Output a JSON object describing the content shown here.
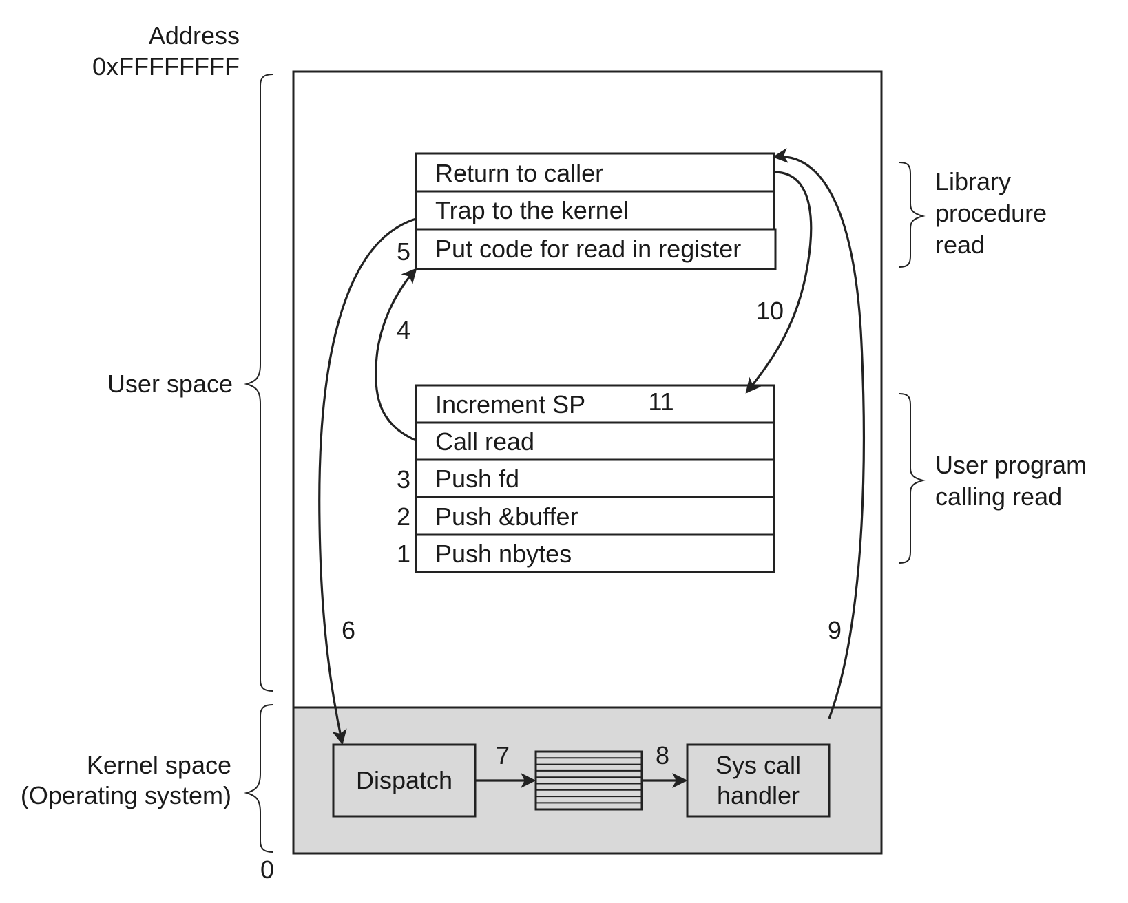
{
  "address": {
    "top_label": "Address",
    "top_value": "0xFFFFFFFF",
    "bottom_value": "0"
  },
  "regions": {
    "user_space": "User space",
    "kernel_space_line1": "Kernel space",
    "kernel_space_line2": "(Operating system)"
  },
  "library": {
    "label_line1": "Library",
    "label_line2": "procedure",
    "label_line3": "read",
    "rows": [
      "Return to caller",
      "Trap to the kernel",
      "Put code for read in register"
    ]
  },
  "user_program": {
    "label_line1": "User program",
    "label_line2": "calling read",
    "rows": [
      "Increment SP",
      "Call read",
      "Push fd",
      "Push &buffer",
      "Push nbytes"
    ]
  },
  "kernel": {
    "dispatch": "Dispatch",
    "handler_line1": "Sys call",
    "handler_line2": "handler"
  },
  "steps": {
    "s1": "1",
    "s2": "2",
    "s3": "3",
    "s4": "4",
    "s5": "5",
    "s6": "6",
    "s7": "7",
    "s8": "8",
    "s9": "9",
    "s10": "10",
    "s11": "11"
  },
  "colors": {
    "kernel_fill": "#d9d9d9",
    "stroke": "#222222"
  }
}
